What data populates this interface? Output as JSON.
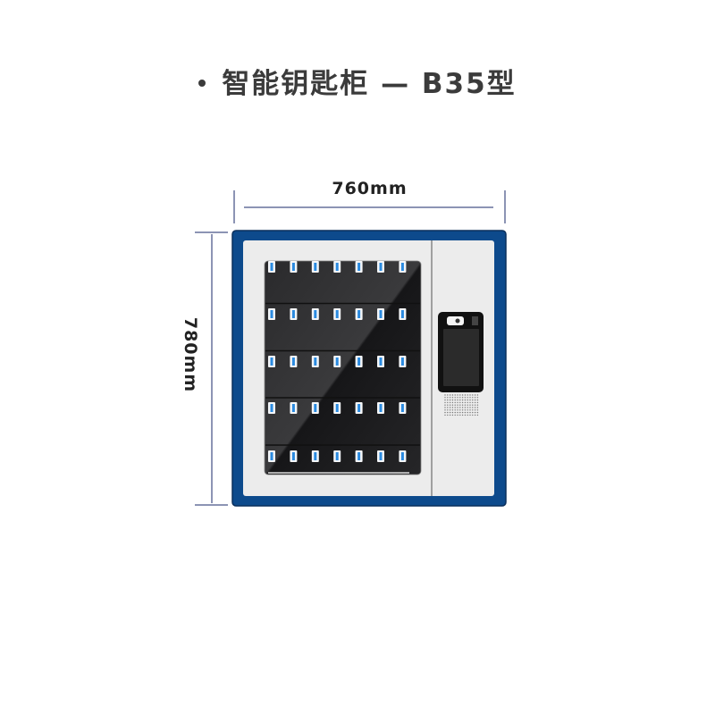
{
  "title": "智能钥匙柜 — B35型",
  "dimensions": {
    "width_label": "760mm",
    "height_label": "780mm"
  },
  "cabinet": {
    "rows": 5,
    "columns": 7,
    "frame_color": "#0d4a8c",
    "panel_color": "#ececec",
    "glass_color": "#1e1e20",
    "slot_color": "#2a8ae0"
  }
}
